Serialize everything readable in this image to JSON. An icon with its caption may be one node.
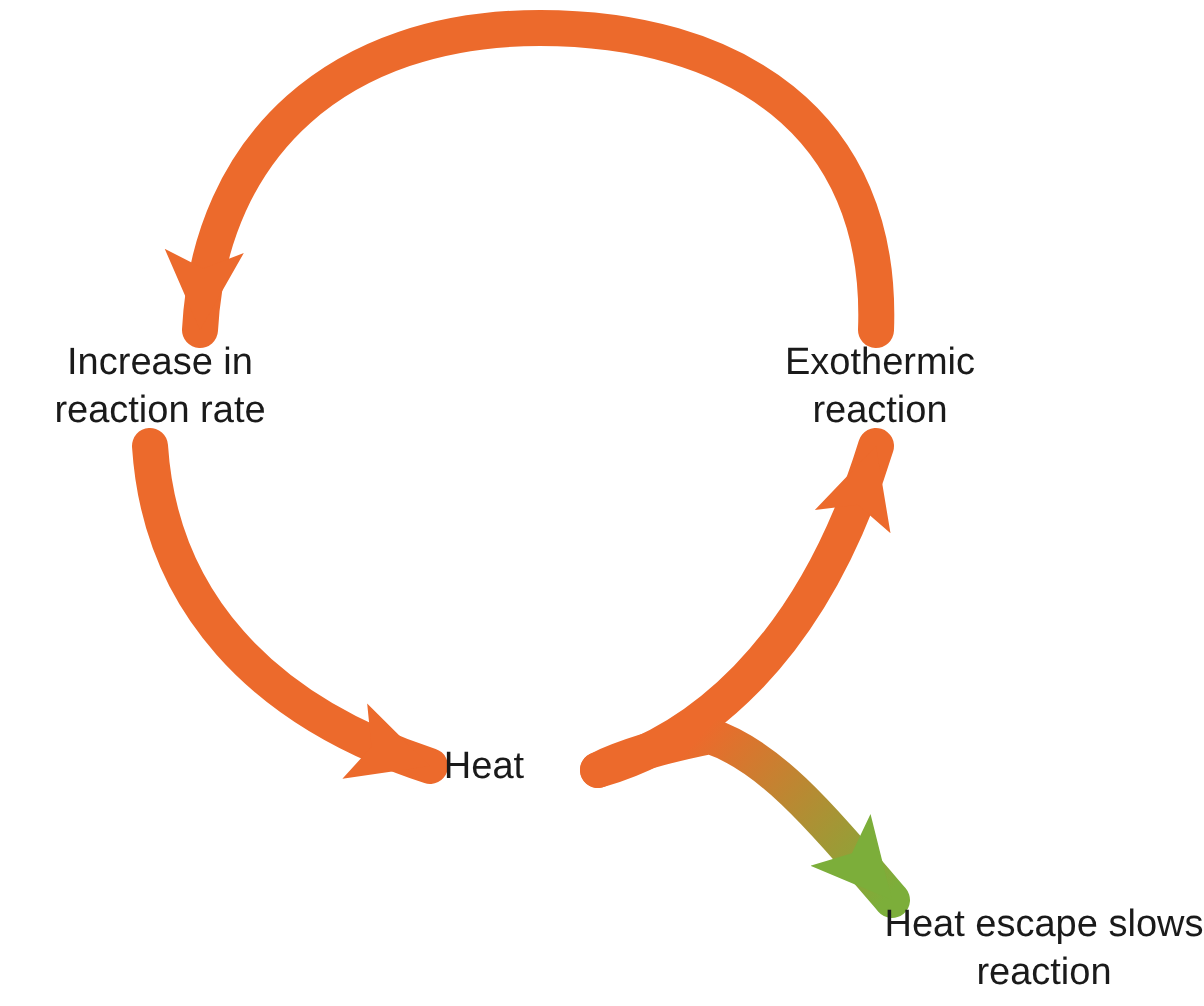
{
  "diagram": {
    "nodes": [
      {
        "text": [
          "Increase in reaction rate"
        ]
      },
      {
        "text": [
          "Heat"
        ]
      },
      {
        "text": [
          "Exothermic reaction"
        ]
      },
      {
        "text": [
          "Heat escape slows reaction"
        ]
      }
    ],
    "edges": [
      {
        "from": 2,
        "to": 0,
        "arrow": "to"
      },
      {
        "from": 0,
        "to": 1,
        "arrow": "to"
      },
      {
        "from": 1,
        "to": 2,
        "arrow": "to"
      },
      {
        "from": 1,
        "to": 3,
        "arrow": "to",
        "color": "#7cae3a"
      }
    ]
  }
}
